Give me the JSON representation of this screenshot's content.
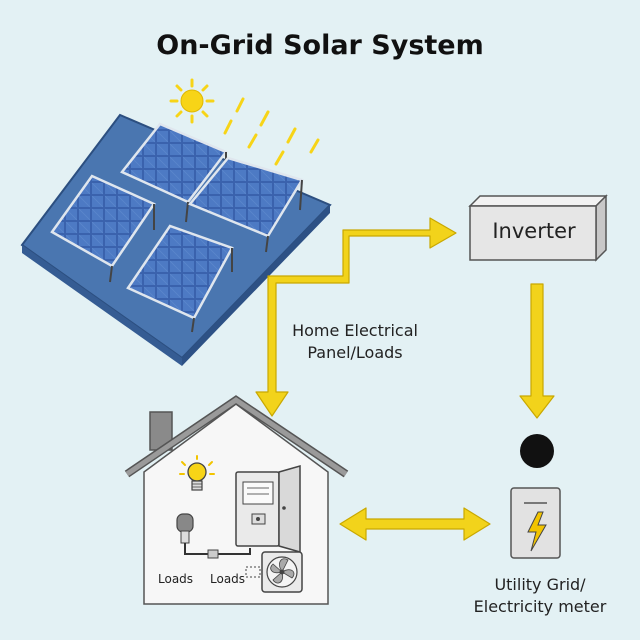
{
  "title": "On-Grid Solar System",
  "inverter": {
    "label": "Inverter"
  },
  "panel_label": {
    "line1": "Home Electrical",
    "line2": "Panel/Loads"
  },
  "loads": {
    "left": "Loads",
    "right": "Loads"
  },
  "meter_label": {
    "line1": "Utility Grid/",
    "line2": "Electricity meter"
  },
  "colors": {
    "background": "#e3f1f4",
    "arrow": "#f2d31b",
    "panel_cell": "#3a5fa8",
    "platform": "#4a76b0",
    "house_fill": "#f7f7f7",
    "house_roof": "#8a8a8a",
    "inverter_fill": "#e6e6e6",
    "sun": "#f7d417"
  },
  "icons": [
    "sun-icon",
    "solar-panel-icon",
    "inverter-box",
    "house-icon",
    "lightbulb-icon",
    "plug-icon",
    "breaker-panel-icon",
    "fan-icon",
    "meter-dot-icon",
    "lightning-icon",
    "meter-box"
  ]
}
